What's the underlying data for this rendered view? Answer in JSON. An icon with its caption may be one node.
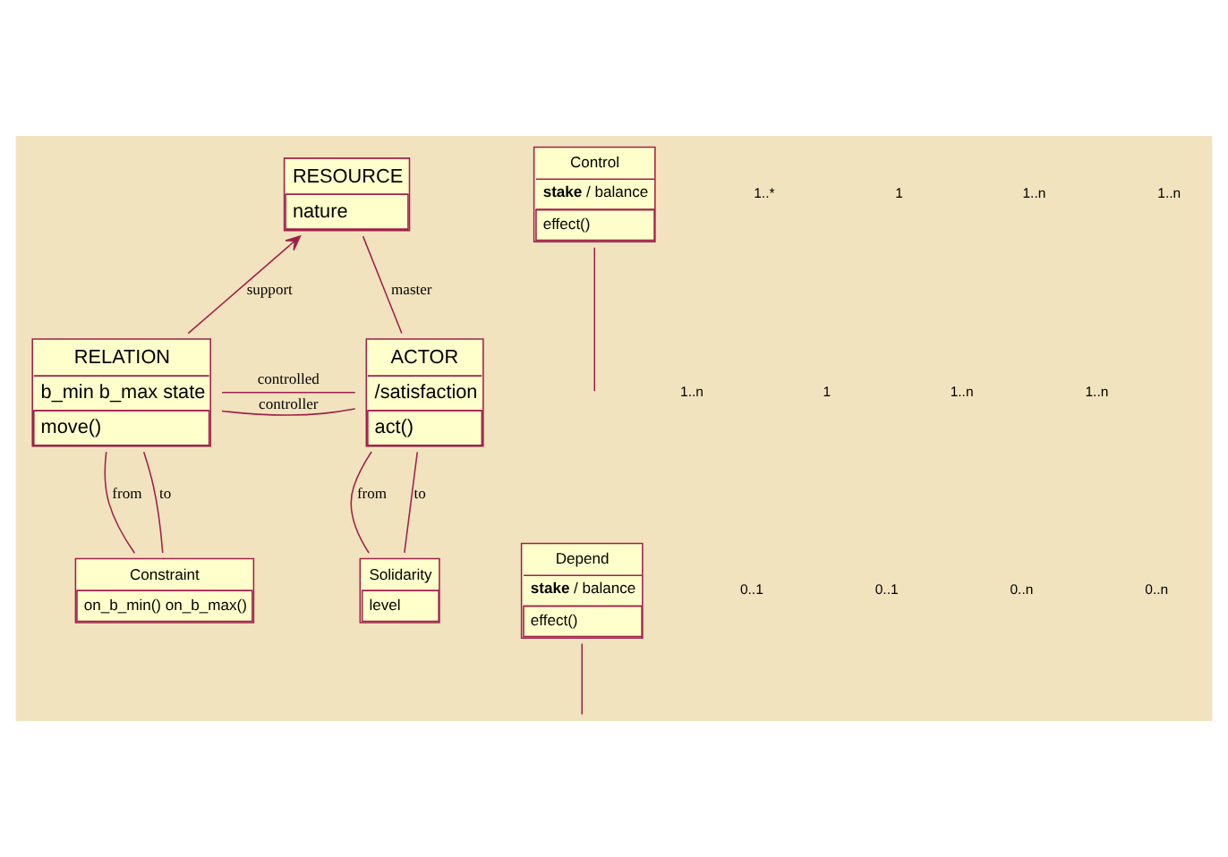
{
  "diagram": {
    "nodes": [
      {
        "text": [
          "RESOURCE",
          "nature"
        ]
      },
      {
        "text": [
          "Control",
          "**stake** / balance",
          "effect()"
        ]
      },
      {
        "text": [
          "RELATION",
          "b_min b_max state",
          "move()"
        ]
      },
      {
        "text": [
          "ACTOR",
          "/satisfaction",
          "act()"
        ]
      },
      {
        "text": [
          "Depend",
          "**stake** / balance",
          "effect()"
        ]
      },
      {
        "text": [
          "Solidarity",
          "level"
        ]
      },
      {
        "text": [
          "Constraint",
          "on_b_min() on_b_max()"
        ]
      }
    ],
    "edges": [
      {
        "from": 2,
        "to": 0,
        "arrow": "to",
        "label": "support"
      },
      {
        "from": 0,
        "to": 3,
        "arrow": "none",
        "label": "master"
      },
      {
        "from": 2,
        "to": 3,
        "arrow": "none",
        "label": "controller"
      },
      {
        "from": 2,
        "to": 3,
        "arrow": "none",
        "label": "controlled"
      },
      {
        "from": 1,
        "to": null,
        "arrow": "none"
      },
      {
        "from": 4,
        "to": null,
        "arrow": "none"
      },
      {
        "from": 2,
        "to": 6,
        "arrow": "none",
        "label": "from"
      },
      {
        "from": 2,
        "to": 6,
        "arrow": "none",
        "label": "to"
      },
      {
        "from": 3,
        "to": 5,
        "arrow": "none",
        "label": "from"
      },
      {
        "from": 3,
        "to": 5,
        "arrow": "none",
        "label": "to"
      }
    ],
    "labels": [
      "1..*",
      "1",
      "1..n",
      "1..n",
      "1..n",
      "1",
      "1..n",
      "1..n",
      "0..1",
      "0..1",
      "0..n",
      "0..n"
    ]
  }
}
